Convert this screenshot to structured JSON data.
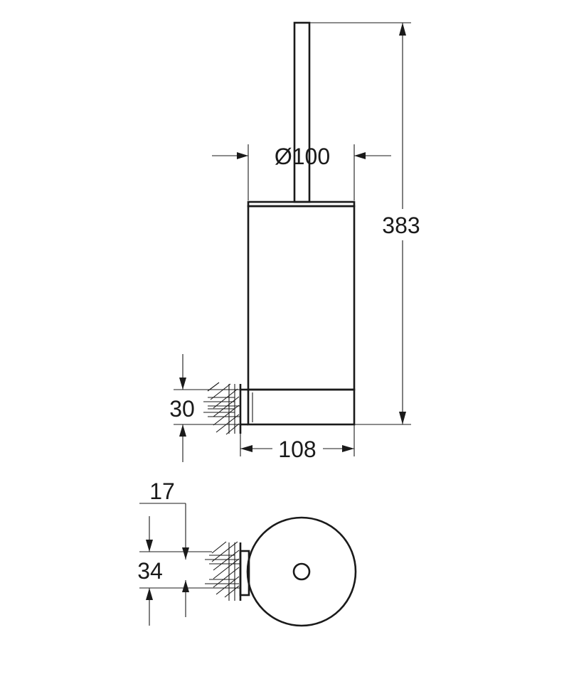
{
  "diagram": {
    "line_color": "#1a1a1a",
    "background": "#ffffff",
    "dimensions": {
      "diameter": "Ø100",
      "height": "383",
      "base_height": "30",
      "depth": "108",
      "wall_offset": "17",
      "fixing_spacing": "34"
    }
  }
}
